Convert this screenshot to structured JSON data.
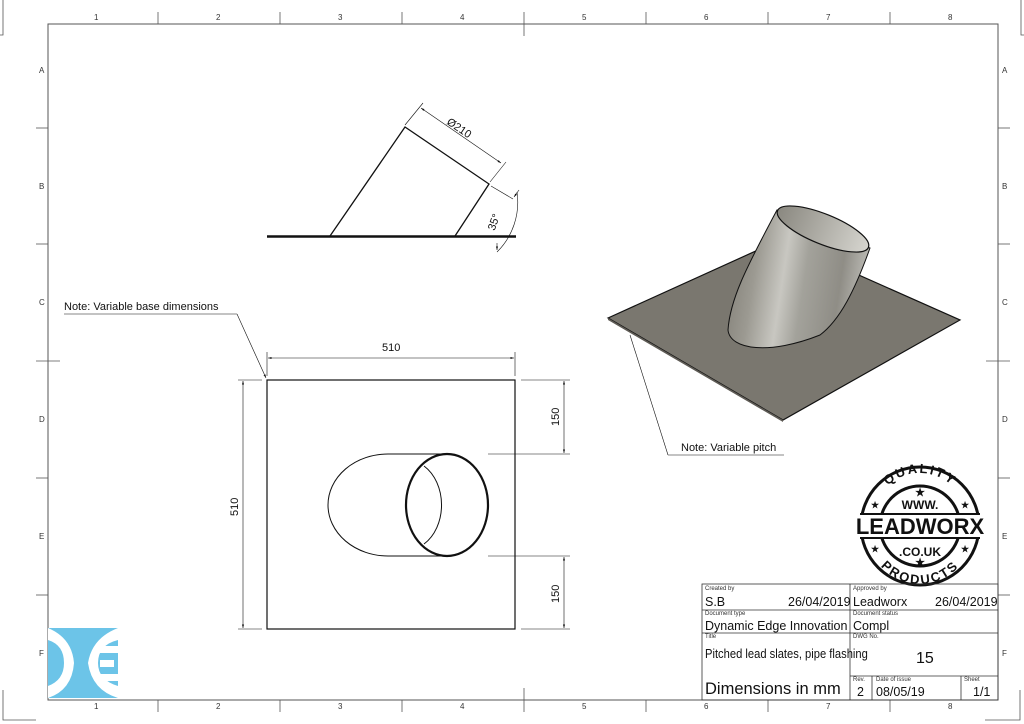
{
  "frame": {
    "columns": [
      "1",
      "2",
      "3",
      "4",
      "5",
      "6",
      "7",
      "8"
    ],
    "rows": [
      "A",
      "B",
      "C",
      "D",
      "E",
      "F"
    ]
  },
  "side_view": {
    "diameter_label": "Ø210",
    "angle_label": "35°"
  },
  "plan_view": {
    "width_label": "510",
    "height_label": "510",
    "top_offset_label": "150",
    "bottom_offset_label": "150"
  },
  "notes": {
    "base_note": "Note: Variable base dimensions",
    "pitch_note": "Note: Variable pitch"
  },
  "logo": {
    "top_text": "QUALITY",
    "www_text": "WWW.",
    "brand_text": "LEADWORX",
    "domain_text": ".CO.UK",
    "bottom_text": "PRODUCTS",
    "brand_logo_color": "#6cc4e8"
  },
  "title_block": {
    "created_by_label": "Created by",
    "created_by": "S.B",
    "created_date": "26/04/2019",
    "approved_by_label": "Approved by",
    "approved_by": "Leadworx",
    "approved_date": "26/04/2019",
    "document_type_label": "Document type",
    "document_type": "Dynamic Edge Innovation",
    "document_status_label": "Document status",
    "document_status": "Compl",
    "title_label": "Title",
    "title": "Pitched lead slates, pipe flashing",
    "dwg_no_label": "DWG No.",
    "dwg_no": "15",
    "units": "Dimensions in mm",
    "rev_label": "Rev.",
    "rev": "2",
    "date_of_issue_label": "Date of issue",
    "date_of_issue": "08/05/19",
    "sheet_label": "Sheet",
    "sheet": "1/1"
  }
}
